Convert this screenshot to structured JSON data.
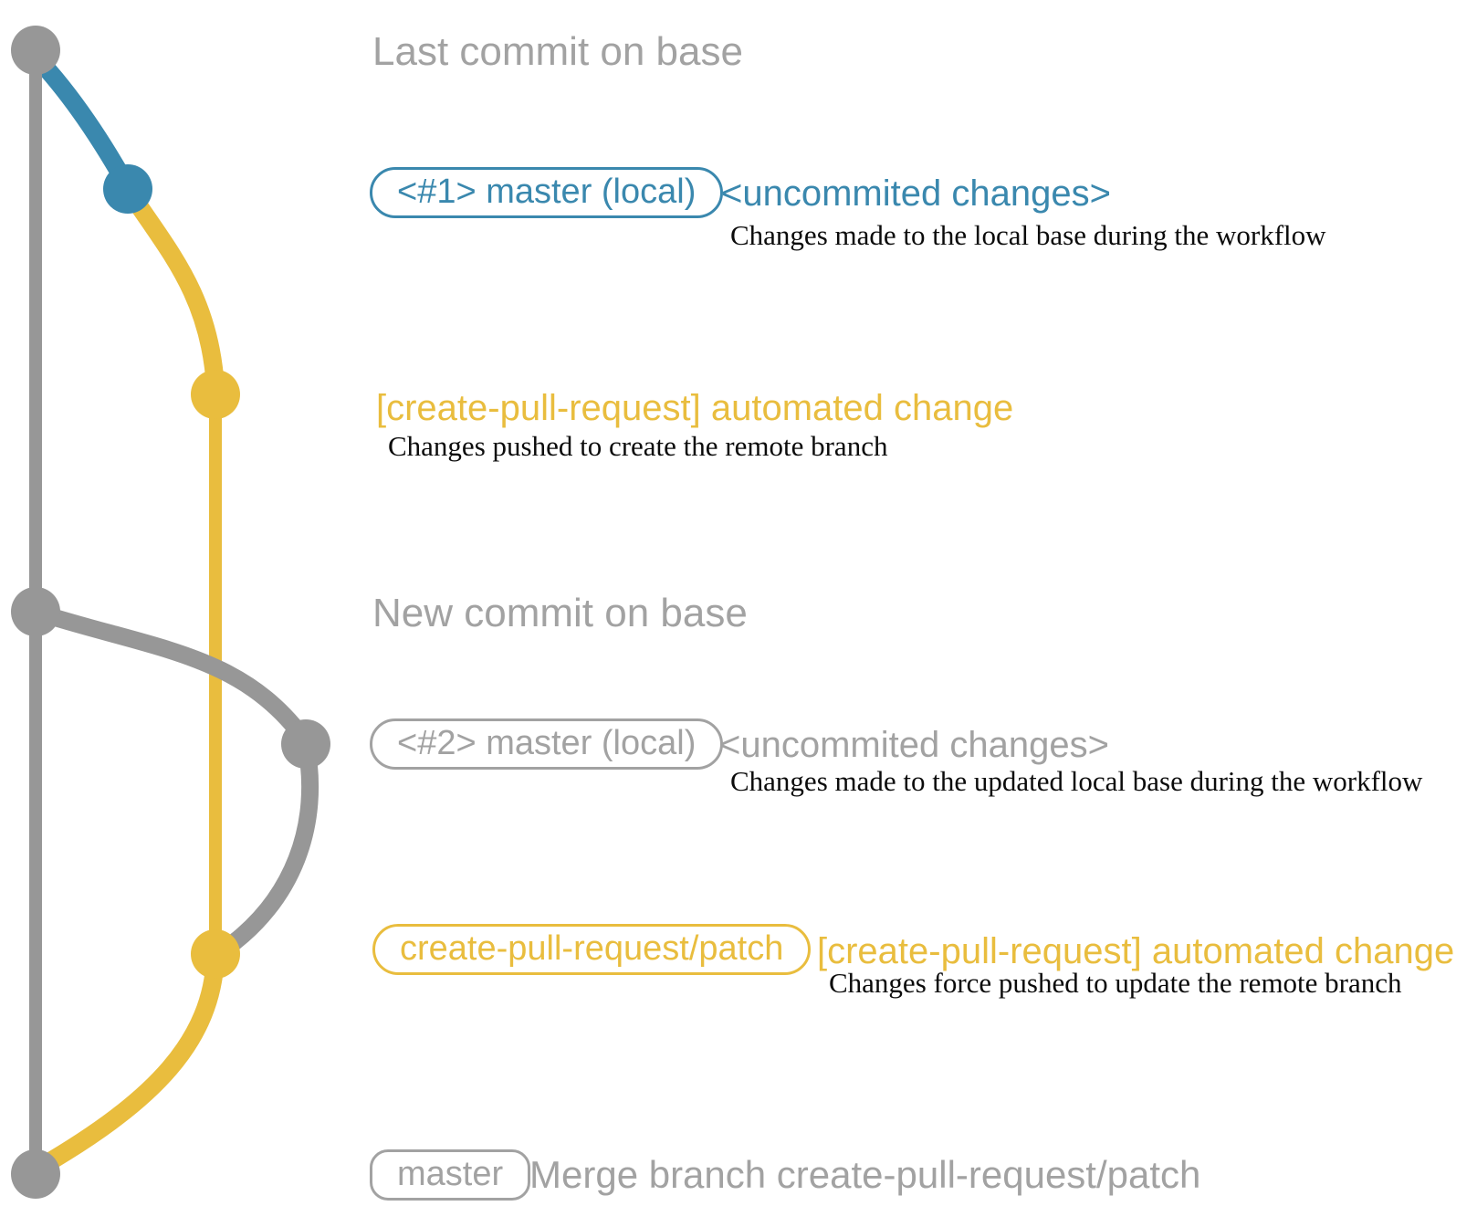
{
  "colors": {
    "gray": "#979797",
    "gray_text": "#a2a2a2",
    "blue": "#3a88ae",
    "yellow": "#e9bd3e",
    "yellow_text": "#e9bd3e",
    "serif_black": "#0b0b0b"
  },
  "graph": {
    "node_colors": [
      "#979797",
      "#3a88ae",
      "#e9bd3e",
      "#979797",
      "#979797",
      "#e9bd3e",
      "#979797"
    ]
  },
  "rows": {
    "last_commit": {
      "label": "Last commit on base"
    },
    "commit1": {
      "badge": "<#1> master (local)",
      "note": "<uncommited changes>",
      "description": "Changes made to the local base during the workflow"
    },
    "push1": {
      "message": "[create-pull-request] automated change",
      "description": "Changes pushed to create the remote branch"
    },
    "new_commit": {
      "label": "New commit on base"
    },
    "commit2": {
      "badge": "<#2> master (local)",
      "note": "<uncommited changes>",
      "description": "Changes made to the updated local base during the workflow"
    },
    "push2": {
      "badge": "create-pull-request/patch",
      "message": "[create-pull-request] automated change",
      "description": "Changes force pushed to update the remote branch"
    },
    "merge": {
      "badge": "master",
      "message": "Merge branch create-pull-request/patch"
    }
  }
}
